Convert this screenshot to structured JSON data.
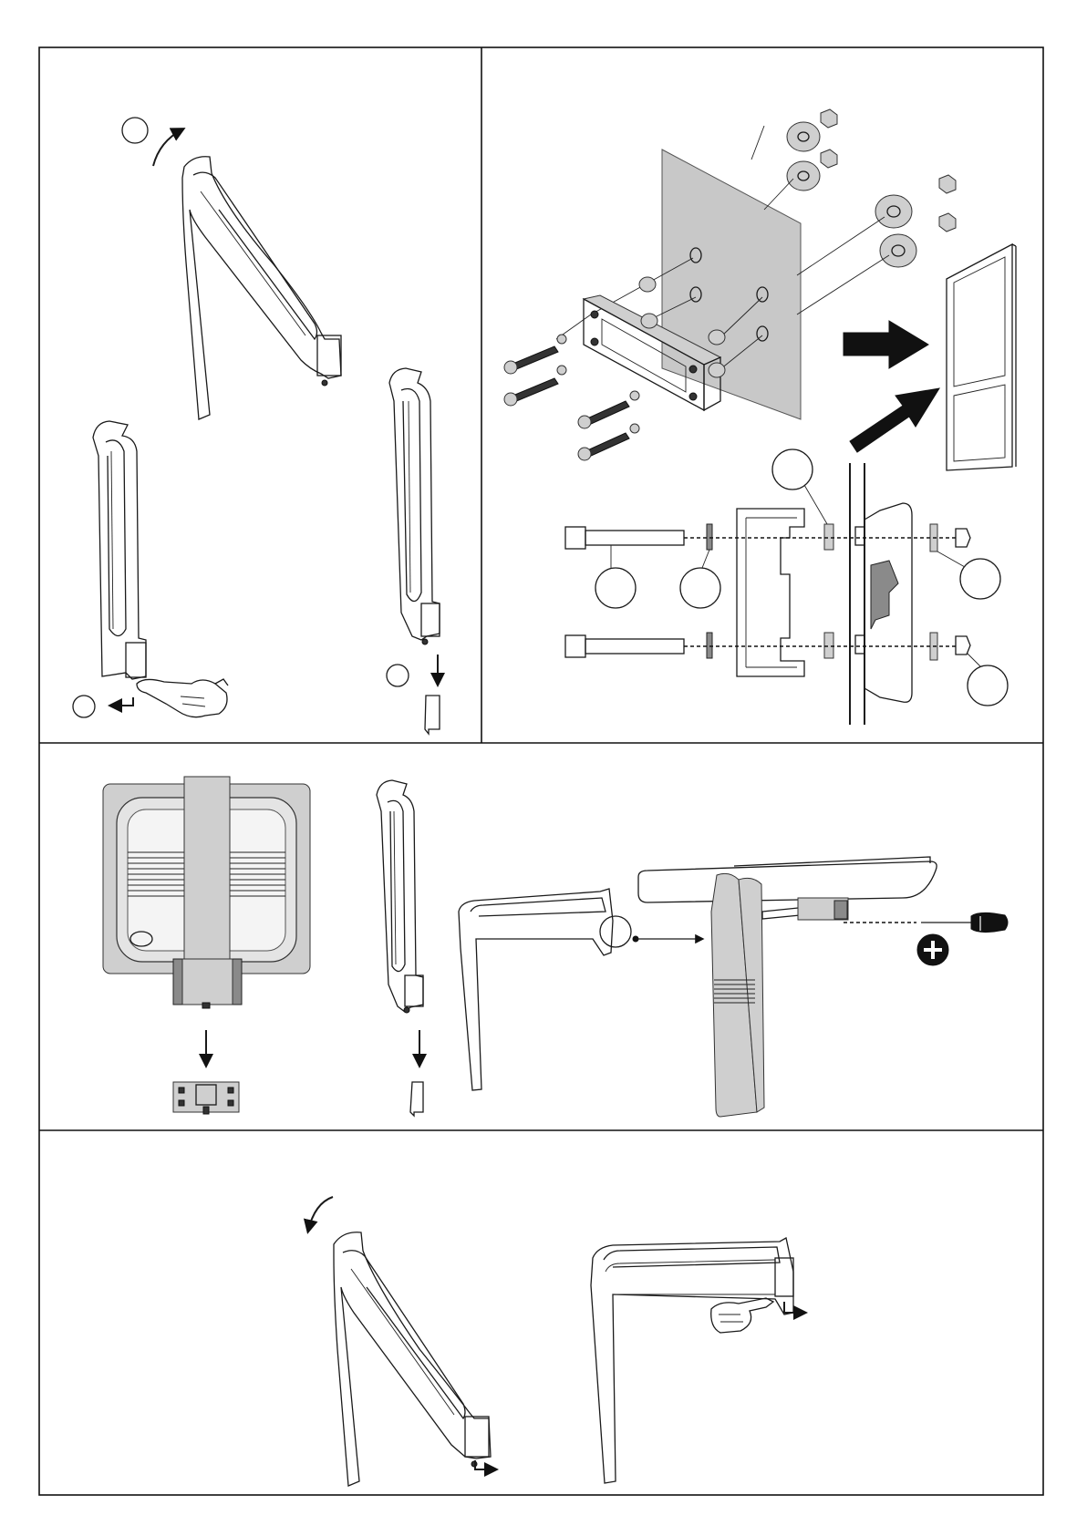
{
  "document": {
    "panels": [
      {
        "id": "panel-fold-up-release"
      },
      {
        "id": "panel-wall-mounting"
      },
      {
        "id": "panel-bracket-attach"
      },
      {
        "id": "panel-fold-down-lock"
      }
    ]
  }
}
